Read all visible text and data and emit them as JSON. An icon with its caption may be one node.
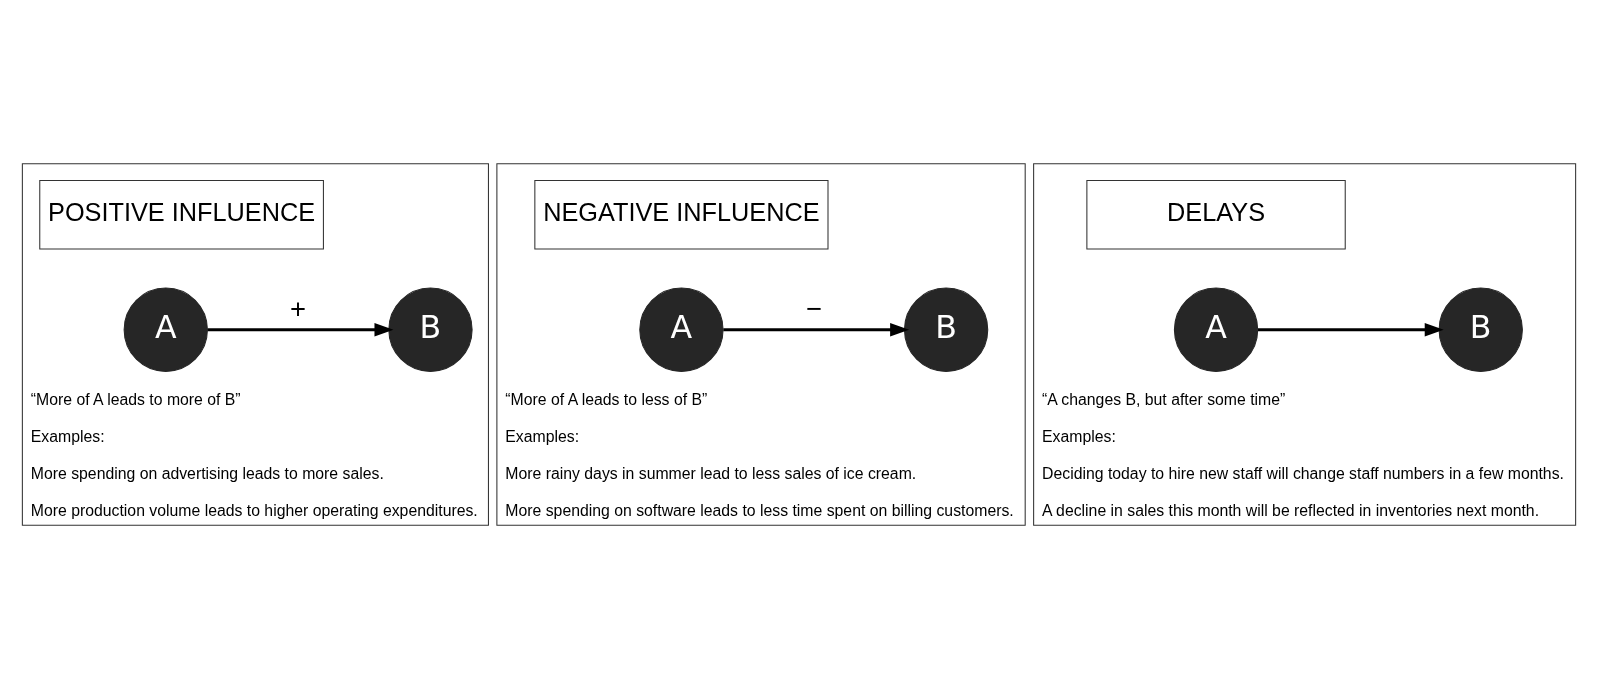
{
  "diagram": {
    "nodes": [
      {
        "text": [
          "“More of A leads to more of B”",
          "Examples:",
          "More spending on advertising leads to more sales.",
          "More production volume leads to higher operating expenditures."
        ]
      },
      {
        "text": [
          "POSITIVE INFLUENCE"
        ],
        "in": 0
      },
      {
        "text": [
          "A"
        ],
        "in": 0
      },
      {
        "text": [
          "B"
        ],
        "in": 0
      },
      {
        "text": [
          "“More of A leads to less of B”",
          "Examples:",
          "More rainy days in summer lead to less sales of ice cream.",
          "More spending on software leads to less time spent on billing customers."
        ]
      },
      {
        "text": [
          "NEGATIVE INFLUENCE"
        ],
        "in": 4
      },
      {
        "text": [
          "A"
        ],
        "in": 4
      },
      {
        "text": [
          "B"
        ],
        "in": 4
      },
      {
        "text": [
          "“A changes B, but after some time”",
          "Examples:",
          "Deciding today to hire new staff will change staff numbers in a few months.",
          "A decline in sales this month will be reflected in inventories next month."
        ]
      },
      {
        "text": [
          "DELAYS"
        ],
        "in": 8
      },
      {
        "text": [
          "A"
        ],
        "in": 8
      },
      {
        "text": [
          "B"
        ],
        "in": 8
      }
    ],
    "edges": [
      {
        "from": 2,
        "to": 3,
        "arrow": "to",
        "label": "+"
      },
      {
        "from": 6,
        "to": 7,
        "arrow": "to",
        "label": "−"
      },
      {
        "from": 10,
        "to": 11,
        "arrow": "to"
      }
    ]
  }
}
